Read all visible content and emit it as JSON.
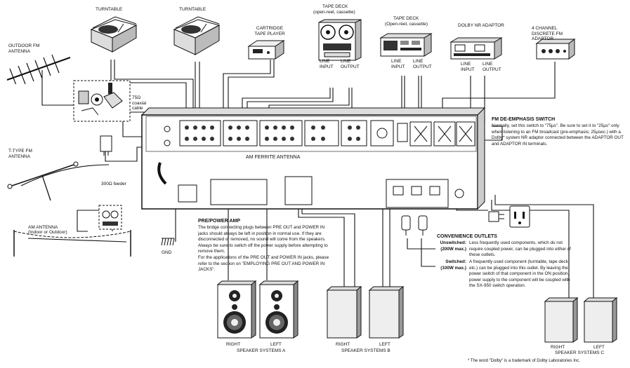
{
  "devices": {
    "turntable_1": "TURNTABLE",
    "turntable_2": "TURNTABLE",
    "cartridge_tape_player": "CARTRIDGE TAPE PLAYER",
    "tape_deck_1": {
      "title": "TAPE DECK",
      "sub": "(open-reel, cassette)",
      "line_input": "LINE INPUT",
      "line_output": "LINE OUTPUT"
    },
    "tape_deck_2": {
      "title": "TAPE DECK",
      "sub": "(Open-reel, cassette)",
      "line_input": "LINE INPUT",
      "line_output": "LINE OUTPUT"
    },
    "dolby_nr_adaptor": {
      "title": "DOLBY NR ADAPTOR",
      "line_input": "LINE INPUT",
      "line_output": "LINE OUTPUT"
    },
    "fm_adaptor_4ch": "4 CHANNEL DISCRETE FM ADAPTOR"
  },
  "antennas": {
    "outdoor_fm": "OUTDOOR FM ANTENNA",
    "coax_cable": "75Ω coaxial cable",
    "t_type_fm": "T-TYPE FM ANTENNA",
    "feeder": "300Ω feeder",
    "am_antenna_title": "AM ANTENNA",
    "am_antenna_sub": "(Indoor or Outdoor)",
    "am_ferrite": "AM FERRITE ANTENNA",
    "gnd": "GND"
  },
  "fm_deemphasis": {
    "title": "FM DE-EMPHASIS SWITCH",
    "body": "Normally, set this switch to \"75µs\". Be sure to set it to \"25µs\" only when listening to an FM broadcast (pre-emphasis; 25µsec.) with a Dolby* system NR adaptor connected between the ADAPTOR OUT and ADAPTOR IN terminals."
  },
  "pre_power_amp": {
    "title": "PRE/POWER AMP",
    "p1": "The bridge connecting plugs between PRE OUT and POWER IN jacks should always be left in position in normal use. If they are disconnected or removed, no sound will come from the speakers. Always be sure to switch off the power supply before attempting to remove them.",
    "p2": "For the applications of the PRE OUT and POWER IN jacks, please refer to the section on \"EMPLOYING PRE OUT AND POWER IN JACKS\"."
  },
  "convenience_outlets": {
    "title": "CONVENIENCE OUTLETS",
    "unswitched_label": "Unswitched:",
    "unswitched_max": "(200W max.)",
    "unswitched_text": "Less frequently used components, which do not require coupled power, can be plugged into either of these outlets.",
    "switched_label": "Switched:",
    "switched_max": "(100W max.)",
    "switched_text": "A frequently used component (turntable, tape deck, etc.) can be plugged into this outlet. By leaving the power switch of that component in the ON position, power supply to the component will be coupled with the SX-950 switch operation."
  },
  "speakers": {
    "a_right": "RIGHT",
    "a_left": "LEFT",
    "a_caption": "SPEAKER SYSTEMS A",
    "b_right": "RIGHT",
    "b_left": "LEFT",
    "b_caption": "SPEAKER SYSTEMS B",
    "c_right": "RIGHT",
    "c_left": "LEFT",
    "c_caption": "SPEAKER SYSTEMS C"
  },
  "footnote": "* The word \"Dolby\" is a trademark of Dolby Laboratories Inc."
}
